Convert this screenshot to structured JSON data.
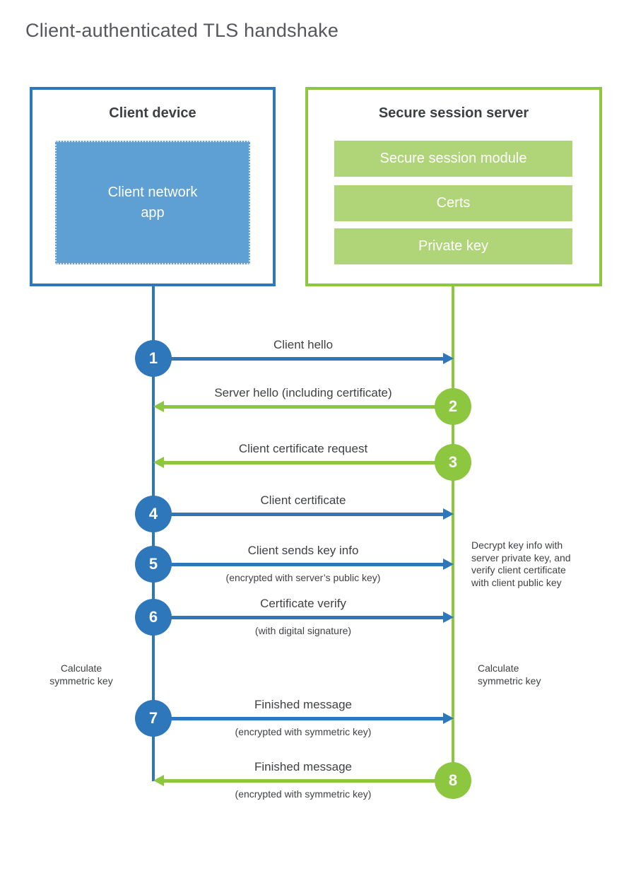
{
  "title": "Client-authenticated TLS handshake",
  "colors": {
    "blue_strong": "#2e77ba",
    "blue_light": "#5e9fd4",
    "green_strong": "#8dc63f",
    "green_light": "#b0d478",
    "text_dark": "#3f4143",
    "title_gray": "#55575c"
  },
  "client": {
    "title": "Client device",
    "app_label": "Client network\napp"
  },
  "server": {
    "title": "Secure session server",
    "modules": [
      "Secure session module",
      "Certs",
      "Private key"
    ]
  },
  "steps": [
    {
      "num": "1",
      "label": "Client hello",
      "direction": "client-to-server",
      "color": "blue"
    },
    {
      "num": "2",
      "label": "Server hello (including certificate)",
      "direction": "server-to-client",
      "color": "green"
    },
    {
      "num": "3",
      "label": "Client certificate request",
      "direction": "server-to-client",
      "color": "green"
    },
    {
      "num": "4",
      "label": "Client certificate",
      "direction": "client-to-server",
      "color": "blue"
    },
    {
      "num": "5",
      "label": "Client sends key info",
      "sublabel": "(encrypted with server’s public key)",
      "direction": "client-to-server",
      "color": "blue"
    },
    {
      "num": "6",
      "label": "Certificate verify",
      "sublabel": "(with digital signature)",
      "direction": "client-to-server",
      "color": "blue"
    },
    {
      "num": "7",
      "label": "Finished message",
      "sublabel": "(encrypted with symmetric key)",
      "direction": "client-to-server",
      "color": "blue"
    },
    {
      "num": "8",
      "label": "Finished message",
      "sublabel": "(encrypted with symmetric key)",
      "direction": "server-to-client",
      "color": "green"
    }
  ],
  "annotations": {
    "decrypt": "Decrypt key info with\nserver private key, and\nverify client certificate\nwith client public key",
    "calc_left": "Calculate\nsymmetric key",
    "calc_right": "Calculate\nsymmetric key"
  }
}
